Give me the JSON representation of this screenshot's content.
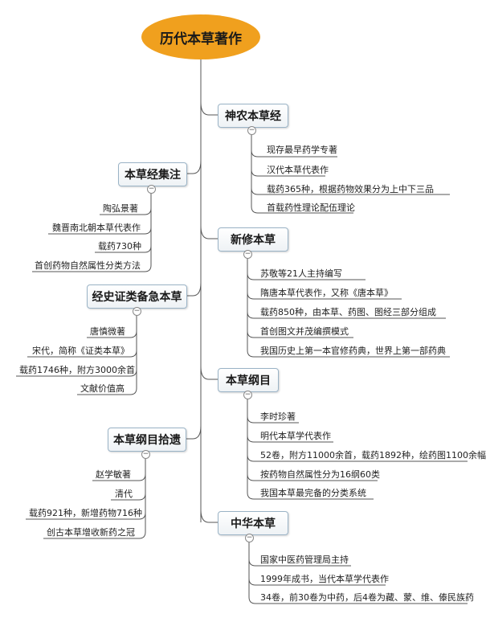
{
  "root": "历代本草著作",
  "branches": [
    {
      "title": "神农本草经",
      "items": [
        "现存最早药学专著",
        "汉代本草代表作",
        "载药365种，根据药物效果分为上中下三品",
        "首载药性理论配伍理论"
      ]
    },
    {
      "title": "本草经集注",
      "items": [
        "陶弘景著",
        "魏晋南北朝本草代表作",
        "载药730种",
        "首创药物自然属性分类方法"
      ]
    },
    {
      "title": "新修本草",
      "items": [
        "苏敬等21人主持编写",
        "隋唐本草代表作，又称《唐本草》",
        "载药850种，由本草、药图、图经三部分组成",
        "首创图文并茂编撰模式",
        "我国历史上第一本官修药典，世界上第一部药典"
      ]
    },
    {
      "title": "经史证类备急本草",
      "items": [
        "唐慎微著",
        "宋代，简称《证类本草》",
        "载药1746种，附方3000余首",
        "文献价值高"
      ]
    },
    {
      "title": "本草纲目",
      "items": [
        "李时珍著",
        "明代本草学代表作",
        "52卷，附方11000余首，载药1892种，绘药图1100余幅",
        "按药物自然属性分为16纲60类",
        "我国本草最完备的分类系统"
      ]
    },
    {
      "title": "本草纲目拾遗",
      "items": [
        "赵学敏著",
        "清代",
        "载药921种，新增药物716种",
        "创古本草增收新药之冠"
      ]
    },
    {
      "title": "中华本草",
      "items": [
        "国家中医药管理局主持",
        "1999年成书，当代本草学代表作",
        "34卷，前30卷为中药，后4卷为藏、蒙、维、傣民族药"
      ]
    }
  ]
}
